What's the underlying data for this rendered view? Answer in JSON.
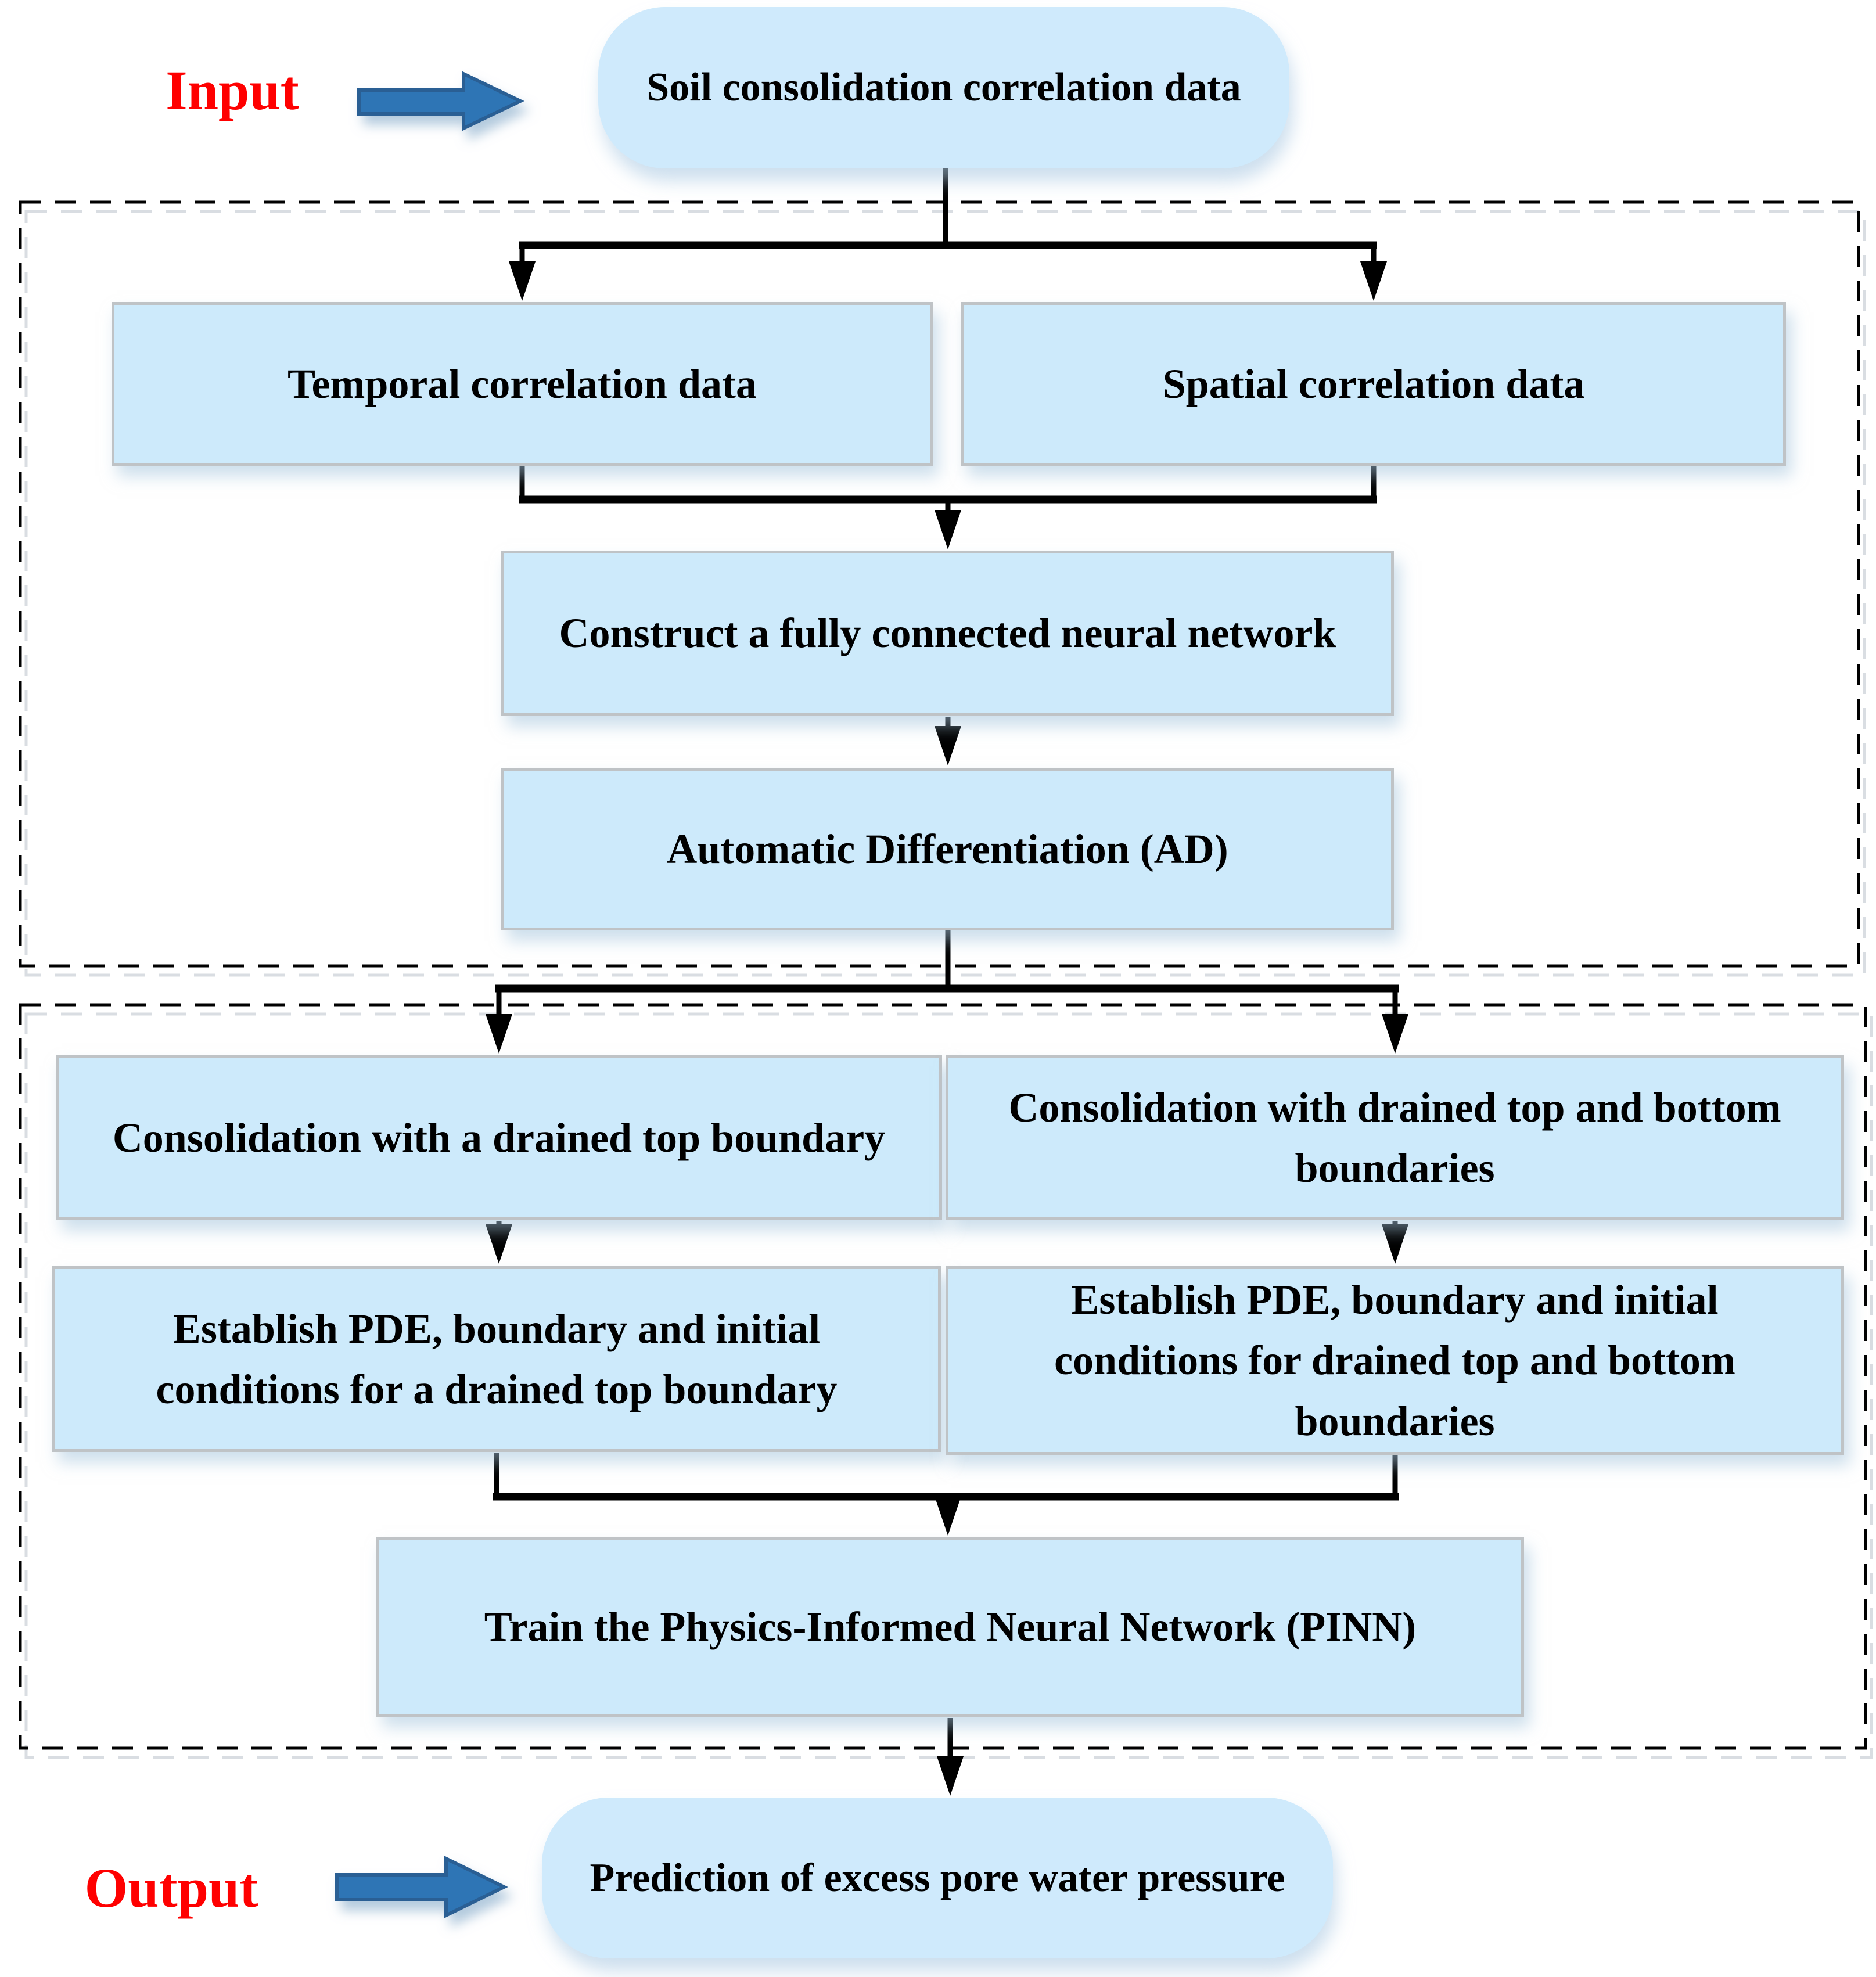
{
  "labels": {
    "input": "Input",
    "output": "Output"
  },
  "nodes": {
    "source": "Soil consolidation correlation data",
    "temporal": "Temporal correlation data",
    "spatial": "Spatial correlation data",
    "construct": "Construct a fully connected neural network",
    "autodiff": "Automatic Differentiation (AD)",
    "consolidation_top": "Consolidation with a drained top boundary",
    "consolidation_both": "Consolidation with drained top and bottom boundaries",
    "pde_top": "Establish PDE, boundary and initial conditions for a drained top boundary",
    "pde_both": "Establish PDE, boundary and initial conditions for  drained top and bottom boundaries",
    "train": "Train the  Physics-Informed Neural Network (PINN)",
    "prediction": "Prediction of excess pore water pressure"
  },
  "colors": {
    "box_fill": "#cdeafb",
    "box_border": "#bfc3c6",
    "pill_fill": "#cfeafc",
    "arrow_blue": "#2e74b5",
    "arrow_blue_edge": "#2a5f94",
    "label_red": "#ff0000",
    "line_black": "#000000",
    "dash_ghost": "#d9dde2"
  }
}
